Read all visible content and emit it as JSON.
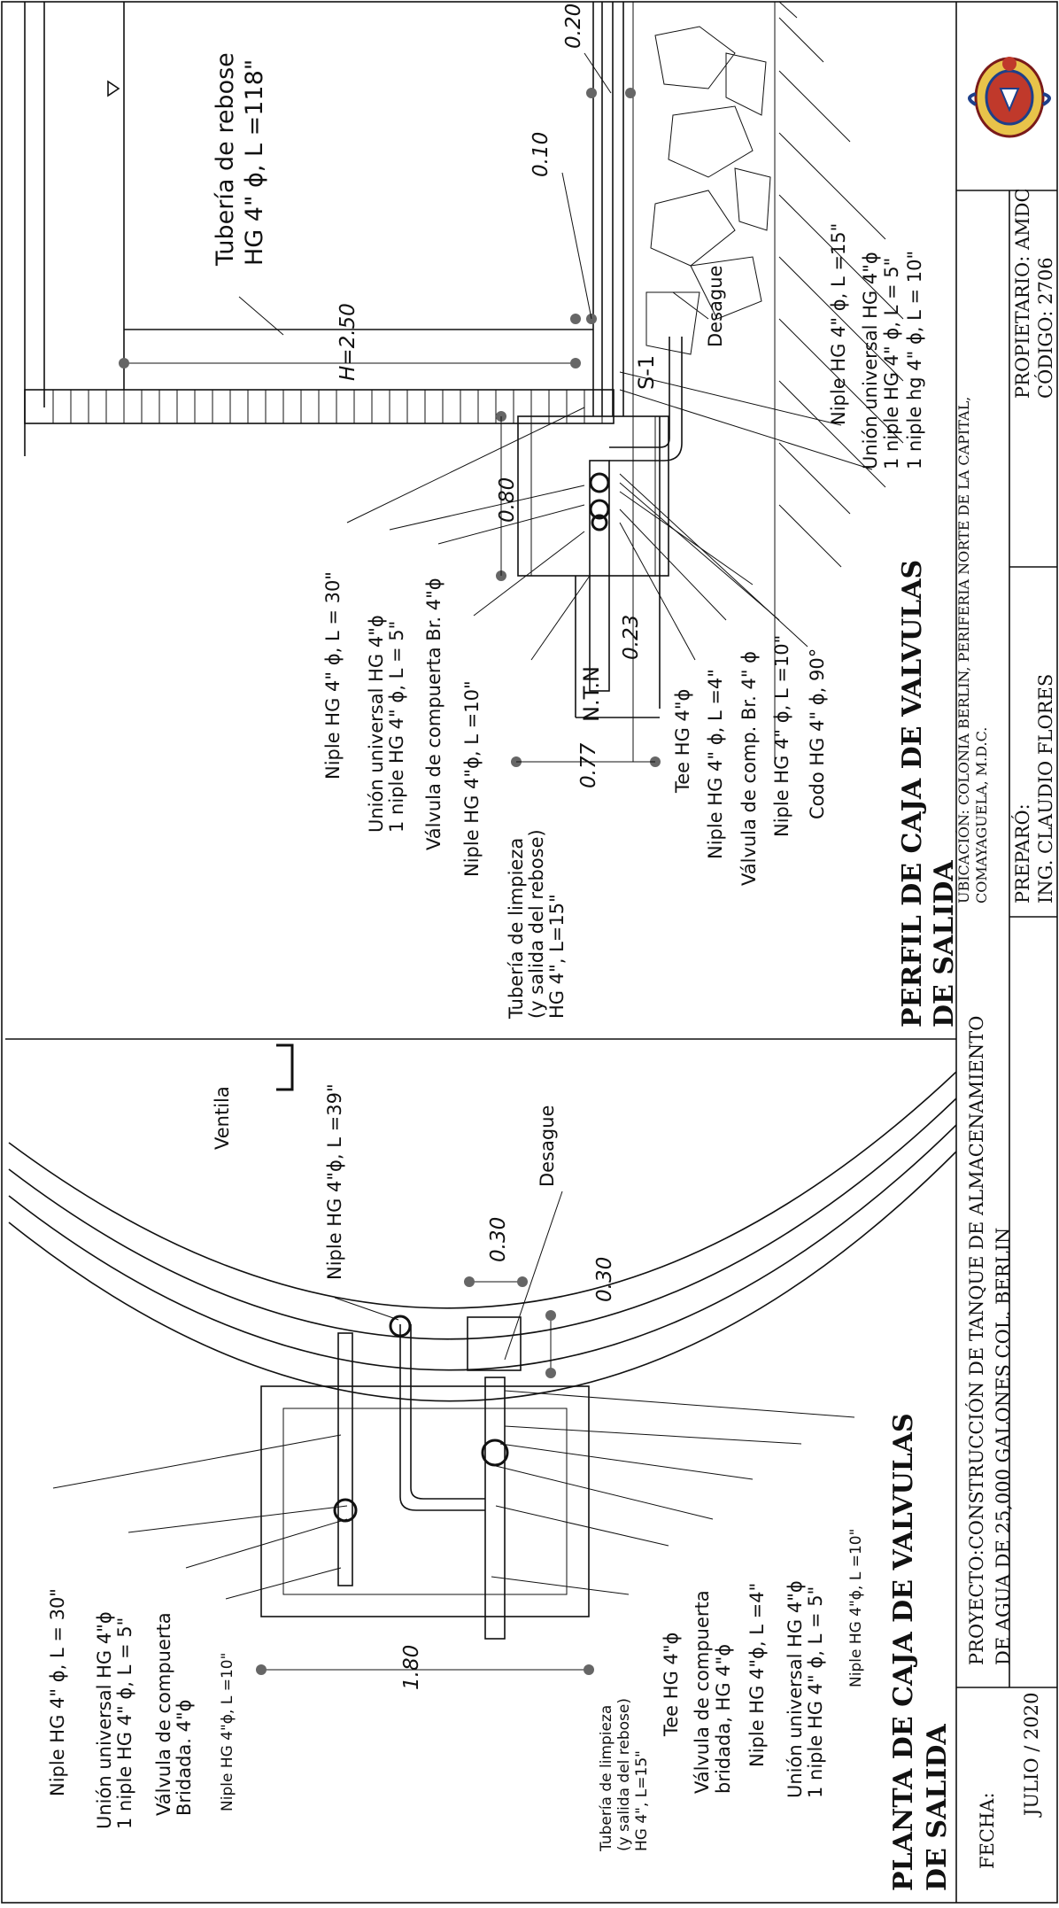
{
  "project": "PROYECTO:CONSTRUCCIÓN DE TANQUE DE ALMACENAMIENTO DE AGUA DE 25,000 GALONES COL. BERLIN",
  "location": "UBICACIÓN: COLONIA BERLIN, PERIFERIA NORTE DE LA CAPITAL, COMAYAGUELA, M.D.C.",
  "prepared": {
    "label": "PREPARÓ:",
    "name": "ING. CLAUDIO FLORES"
  },
  "owner": {
    "label": "PROPIETARIO: AMDC",
    "code": "CÓDIGO: 2706"
  },
  "date": {
    "label": "FECHA:",
    "value": "JULIO / 2020"
  },
  "plan": {
    "title_line1": "PLANTA DE CAJA DE VALVULAS",
    "title_line2": "DE SALIDA",
    "labels": {
      "niple30": "Niple HG 4\" ϕ, L = 30\"",
      "union_1": "Unión universal HG 4\"ϕ",
      "union_2": "1 niple HG 4\" ϕ, L = 5\"",
      "valve_1": "Válvula de compuerta",
      "valve_2": "Bridada. 4\"ϕ",
      "niple10": "Niple HG 4\"ϕ, L =10\"",
      "limpieza_1": "Tubería de limpieza",
      "limpieza_2": "(y salida del rebose)",
      "limpieza_3": "HG 4\", L=15\"",
      "tee": "Tee HG 4\"ϕ",
      "valve_b1": "Válvula de compuerta",
      "valve_b2": "bridada, HG 4\"ϕ",
      "niple4": "Niple HG 4\"ϕ, L =4\"",
      "union_b1": "Unión universal HG 4\"ϕ",
      "union_b2": "1 niple HG 4\" ϕ, L = 5\"",
      "niple10b": "Niple HG 4\"ϕ, L =10\"",
      "niple39": "Niple HG 4\"ϕ, L =39\"",
      "ventila": "Ventila",
      "desague": "Desague",
      "dim_180": "1.80",
      "dim_030a": "0.30",
      "dim_030b": "0.30"
    }
  },
  "profile": {
    "title_line1": "PERFIL DE CAJA DE VALVULAS",
    "title_line2": "DE SALIDA",
    "labels": {
      "rebose_1": "Tubería de rebose",
      "rebose_2": "HG 4\" ϕ, L =118\"",
      "dim_020": "0.20",
      "dim_010": "0.10",
      "h250": "H=2.50",
      "desague": "Desague",
      "s1": "S-1",
      "niple15": "Niple HG 4\" ϕ, L =15\"",
      "union_1": "Unión universal HG 4\"ϕ",
      "union_2": "1 niple HG 4\" ϕ, L = 5\"",
      "union_3": "1 niple hg 4\" ϕ, L = 10\"",
      "niple30": "Niple HG 4\" ϕ, L = 30\"",
      "pu_1": "Unión universal HG 4\"ϕ",
      "pu_2": "1 niple HG 4\" ϕ, L = 5\"",
      "valve": "Válvula de compuerta Br. 4\"ϕ",
      "niple10": "Niple HG 4\"ϕ, L =10\"",
      "dim_080": "0.80",
      "dim_023": "0.23",
      "ntn": "N.T.N",
      "dim_077": "0.77",
      "limp_1": "Tubería de limpieza",
      "limp_2": "(y salida del rebose)",
      "limp_3": "HG 4\", L=15\"",
      "tee": "Tee HG 4\"ϕ",
      "niple4": "Niple HG 4\" ϕ, L =4\"",
      "valve_comp": "Válvula de comp. Br. 4\" ϕ",
      "niple10b": "Niple HG 4\" ϕ, L =10\"",
      "codo": "Codo HG 4\" ϕ, 90°"
    }
  }
}
